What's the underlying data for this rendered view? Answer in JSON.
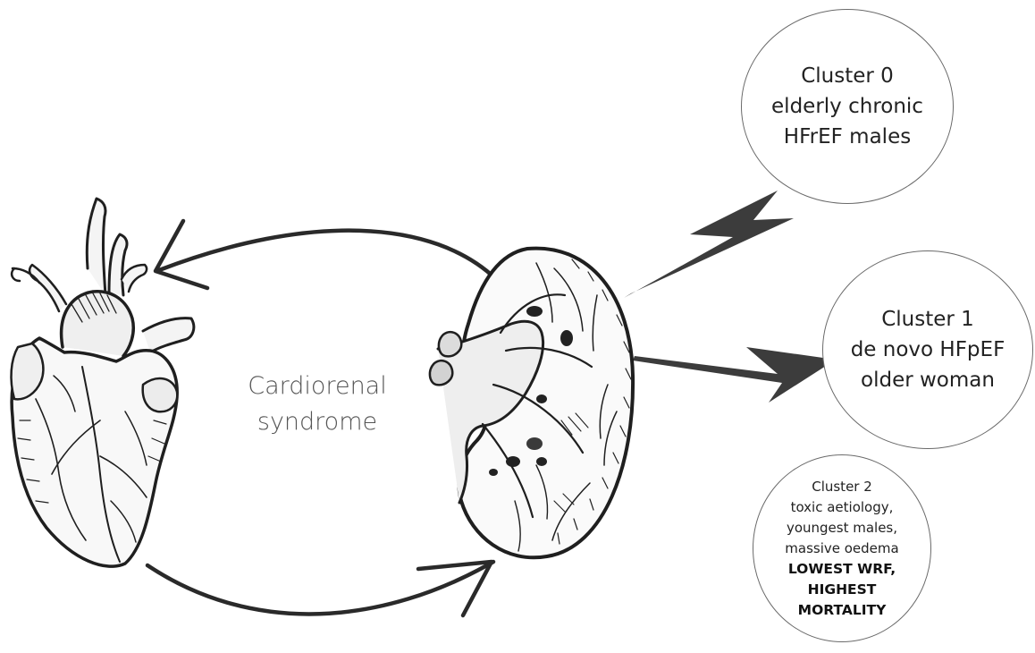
{
  "center_label": {
    "line1": "Cardiorenal",
    "line2": "syndrome"
  },
  "clusters": [
    {
      "lines": [
        "Cluster 0",
        "elderly chronic",
        "HFrEF males"
      ]
    },
    {
      "lines": [
        "Cluster 1",
        "de novo HFpEF",
        "older woman"
      ]
    },
    {
      "lines": [
        "Cluster 2",
        "toxic aetiology,",
        "youngest males,",
        "massive oedema"
      ],
      "emphasis": [
        "LOWEST WRF,",
        "HIGHEST",
        "MORTALITY"
      ]
    }
  ],
  "icons": {
    "heart": "anatomical-heart-icon",
    "kidney": "anatomical-kidney-icon",
    "bolt": "lightning-bolt-icon"
  },
  "colors": {
    "ink": "#1f1f1f",
    "bolt": "#3c3c3c",
    "label": "#555555",
    "circle_border": "#6a6a6a"
  }
}
